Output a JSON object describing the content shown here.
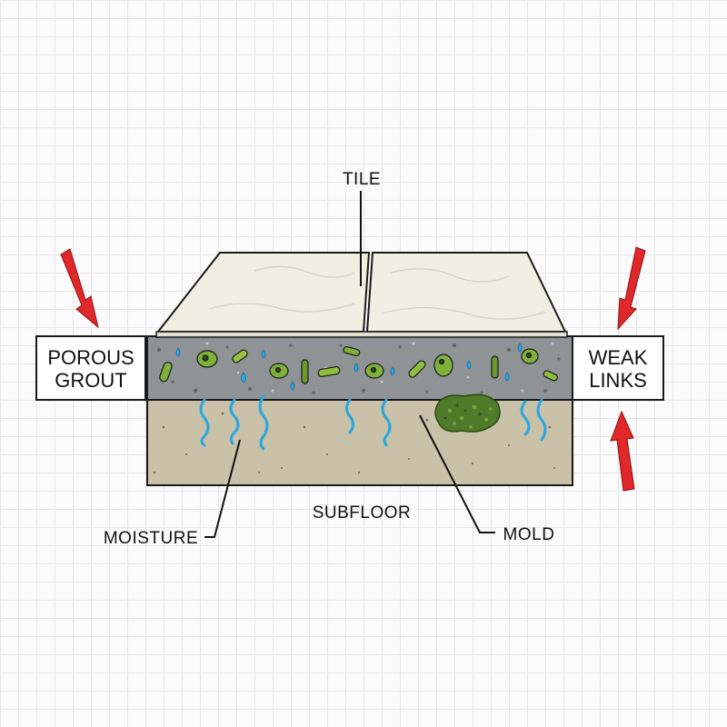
{
  "labels": {
    "tile": "TILE",
    "porous_grout_line1": "POROUS",
    "porous_grout_line2": "GROUT",
    "weak_links_line1": "WEAK",
    "weak_links_line2": "LINKS",
    "subfloor": "SUBFLOOR",
    "moisture": "MOISTURE",
    "mold": "MOLD"
  },
  "colors": {
    "tile": "#f1efe2",
    "grout": "#8f9396",
    "subfloor": "#c9c1a8",
    "moisture": "#2aa7e0",
    "bacteria": "#6b9a2c",
    "mold": "#4f7a2a",
    "arrow": "#e0282a"
  },
  "icons": [
    "down-arrow-icon",
    "up-arrow-icon",
    "bacteria-icon",
    "water-drop-icon",
    "mold-patch-icon"
  ]
}
